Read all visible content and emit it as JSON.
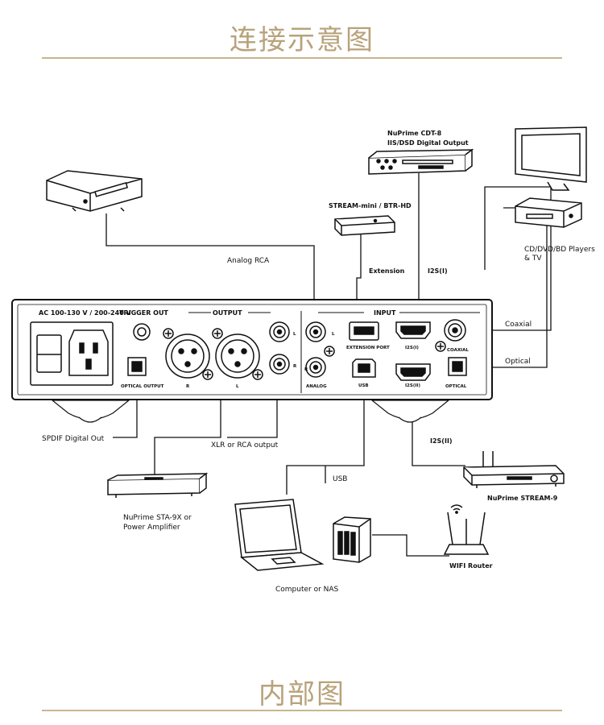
{
  "header": {
    "title": "连接示意图"
  },
  "footer": {
    "title": "内部图"
  },
  "panel": {
    "power": "AC 100-130 V / 200-240 V",
    "trigger": "TRIGGER OUT",
    "output": "OUTPUT",
    "input": "INPUT",
    "optical_output": "OPTICAL OUTPUT",
    "out_r": "R",
    "out_l": "L",
    "rca_l": "L",
    "rca_r": "R",
    "in_l": "L",
    "in_r": "R",
    "analog": "ANALOG",
    "extension_port": "EXTENSION PORT",
    "usb": "USB",
    "i2s_1": "I2S(I)",
    "i2s_2": "I2S(II)",
    "coaxial": "COAXIAL",
    "optical": "OPTICAL"
  },
  "labels": {
    "cdt8_name": "NuPrime CDT-8",
    "cdt8_desc": "IIS/DSD Digital Output",
    "stream_mini": "STREAM-mini / BTR-HD",
    "extension": "Extension",
    "i2s_1": "I2S(I)",
    "analog_rca": "Analog RCA",
    "cd_players": "CD/DVD/BD Players",
    "tv": "& TV",
    "coaxial": "Coaxial",
    "optical": "Optical",
    "spdif": "SPDIF Digital Out",
    "xlr_rca": "XLR or RCA output",
    "i2s_2": "I2S(II)",
    "usb": "USB",
    "sta9x": "NuPrime STA-9X or",
    "power_amp": "Power Amplifier",
    "stream9": "NuPrime STREAM-9",
    "wifi": "WIFI Router",
    "computer": "Computer or NAS"
  }
}
